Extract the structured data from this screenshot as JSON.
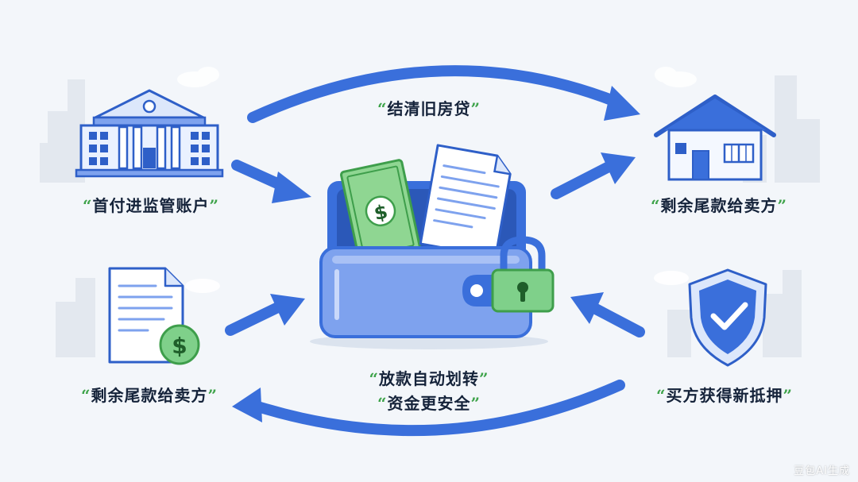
{
  "labels": {
    "top_center": "结清旧房贷",
    "left_top": "首付进监管账户",
    "right_top": "剩余尾款给卖方",
    "left_bottom": "剩余尾款给卖方",
    "right_bottom": "买方获得新抵押",
    "center_line1": "放款自动划转",
    "center_line2": "资金更安全"
  },
  "icons": {
    "bank": "bank-building-icon",
    "house": "house-icon",
    "document_money": "document-dollar-icon",
    "shield": "shield-check-icon",
    "wallet": "wallet-icon",
    "banknote": "dollar-banknote-icon",
    "contract": "contract-document-icon",
    "lock": "padlock-icon"
  },
  "colors": {
    "accent_blue": "#3a6fdb",
    "light_blue": "#7ea2ee",
    "green": "#58b368",
    "quote_green": "#3ea34a",
    "text": "#15233a"
  },
  "watermark": "豆包AI生成"
}
